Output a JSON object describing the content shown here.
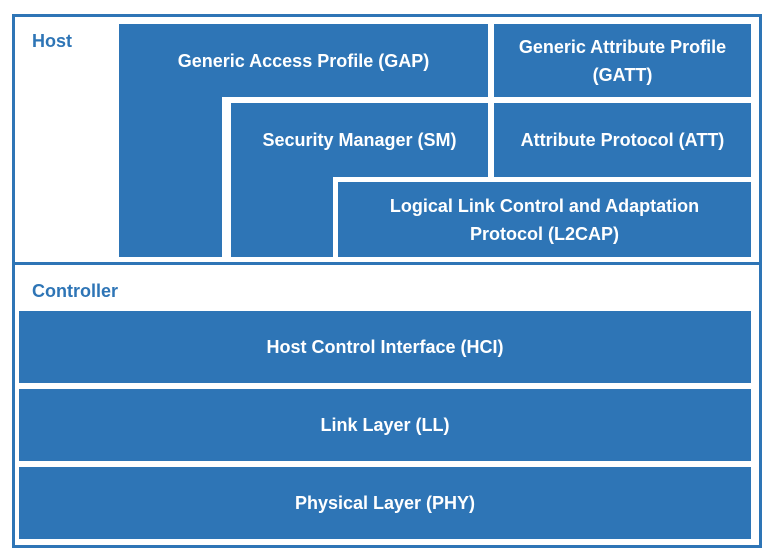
{
  "host": {
    "label": "Host",
    "gap": "Generic Access Profile (GAP)",
    "gatt": "Generic Attribute Profile (GATT)",
    "sm": "Security Manager (SM)",
    "att": "Attribute Protocol (ATT)",
    "l2cap": "Logical Link Control and Adaptation Protocol (L2CAP)"
  },
  "controller": {
    "label": "Controller",
    "hci": "Host Control Interface (HCI)",
    "ll": "Link Layer (LL)",
    "phy": "Physical Layer (PHY)"
  },
  "colors": {
    "accent": "#2e75b6",
    "text_on_block": "#ffffff"
  }
}
